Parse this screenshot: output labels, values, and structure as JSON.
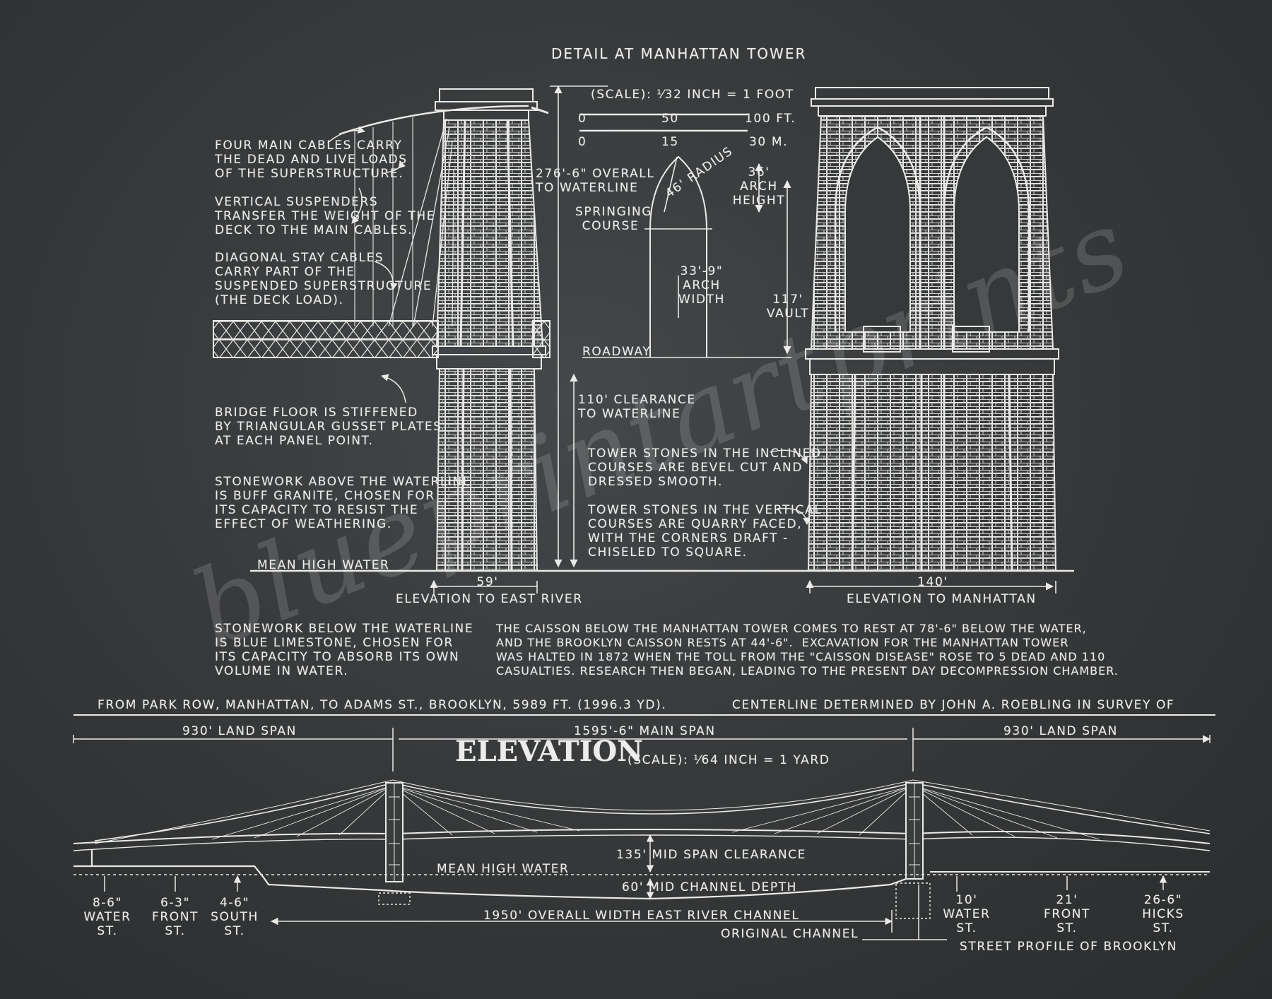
{
  "title": "DETAIL AT MANHATTAN TOWER",
  "scale_top": {
    "label": "(SCALE): ⅟32 INCH = 1 FOOT",
    "ft": [
      "0",
      "50",
      "100 FT."
    ],
    "m": [
      "0",
      "15",
      "30 M."
    ]
  },
  "notes_left": [
    "FOUR MAIN CABLES CARRY\nTHE DEAD AND LIVE LOADS\nOF THE SUPERSTRUCTURE.",
    "VERTICAL SUSPENDERS\nTRANSFER THE WEIGHT OF THE\nDECK TO THE MAIN CABLES.",
    "DIAGONAL STAY CABLES\nCARRY PART OF THE\nSUSPENDED SUPERSTRUCTURE\n(THE DECK LOAD).",
    "BRIDGE FLOOR IS STIFFENED\nBY TRIANGULAR GUSSET PLATES\nAT EACH PANEL POINT.",
    "STONEWORK ABOVE THE WATERLINE\nIS BUFF GRANITE, CHOSEN FOR\nITS CAPACITY TO RESIST THE\nEFFECT OF WEATHERING."
  ],
  "dims": {
    "overall": "276'-6\" OVERALL\nTO WATERLINE",
    "clearance": "110' CLEARANCE\nTO WATERLINE",
    "radius": "46' RADIUS",
    "arch_height": "36'\nARCH\nHEIGHT",
    "springing": "SPRINGING\nCOURSE",
    "arch_width": "33'-9\"\nARCH\nWIDTH",
    "vault": "117'\nVAULT",
    "roadway": "ROADWAY",
    "mean_high_water": "MEAN HIGH WATER",
    "east_width": "59'",
    "manhattan_width": "140'"
  },
  "notes_mid": [
    "TOWER STONES IN THE INCLINED\nCOURSES ARE BEVEL CUT AND\nDRESSED SMOOTH.",
    "TOWER STONES IN THE VERTICAL\nCOURSES ARE QUARRY FACED,\nWITH THE CORNERS DRAFT -\nCHISELED TO SQUARE."
  ],
  "captions": {
    "east": "ELEVATION TO EAST RIVER",
    "manhattan": "ELEVATION TO MANHATTAN"
  },
  "paragraphs": {
    "limestone": "STONEWORK BELOW THE WATERLINE\nIS BLUE LIMESTONE, CHOSEN FOR\nITS CAPACITY TO ABSORB ITS OWN\nVOLUME IN WATER.",
    "caisson": "THE CAISSON BELOW THE MANHATTAN TOWER COMES TO REST AT 78'-6\" BELOW THE WATER,\nAND THE BROOKLYN CAISSON RESTS AT 44'-6\".  EXCAVATION FOR THE MANHATTAN TOWER\nWAS HALTED IN 1872 WHEN THE TOLL FROM THE \"CAISSON DISEASE\" ROSE TO 5 DEAD AND 110\nCASUALTIES. RESEARCH THEN BEGAN, LEADING TO THE PRESENT DAY DECOMPRESSION CHAMBER."
  },
  "elevation": {
    "route": "FROM PARK ROW, MANHATTAN, TO ADAMS ST., BROOKLYN, 5989 FT. (1996.3 YD).",
    "centerline": "CENTERLINE DETERMINED BY JOHN A. ROEBLING IN SURVEY OF",
    "land_span_left": "930' LAND SPAN",
    "main_span": "1595'-6\" MAIN SPAN",
    "land_span_right": "930' LAND SPAN",
    "title": "ELEVATION",
    "scale": "(SCALE): ⅟64 INCH = 1 YARD",
    "mid_clearance": "135' MID SPAN CLEARANCE",
    "mean_high_water": "MEAN HIGH WATER",
    "channel_depth": "60' MID CHANNEL DEPTH",
    "overall_width": "1950' OVERALL WIDTH EAST RIVER CHANNEL",
    "original_channel": "ORIGINAL CHANNEL",
    "streets_left": [
      "8-6\"\nWATER\nST.",
      "6-3\"\nFRONT\nST.",
      "4-6\"\nSOUTH\nST."
    ],
    "streets_right": [
      "10'\nWATER\nST.",
      "21'\nFRONT\nST.",
      "26-6\"\nHICKS\nST."
    ],
    "street_profile": "STREET PROFILE OF BROOKLYN"
  },
  "watermark": "blueprintartprints",
  "colors": {
    "background": "#36393a",
    "chalk": "#ecedea"
  }
}
